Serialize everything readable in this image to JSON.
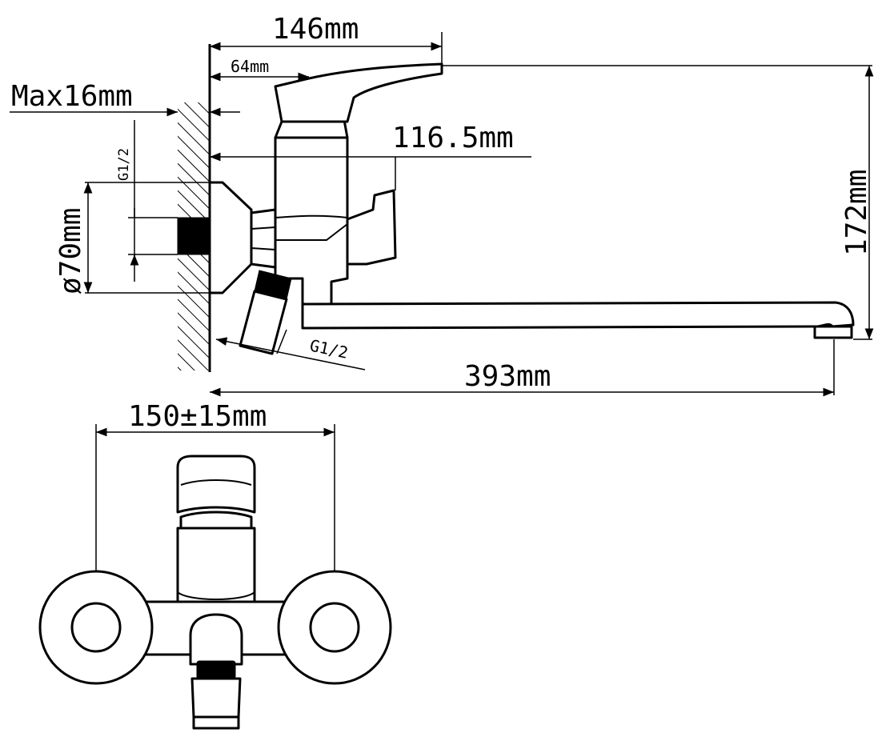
{
  "colors": {
    "ink": "#000000",
    "paper": "#ffffff"
  },
  "dimensions": {
    "total_width_top": "146mm",
    "handle_offset": "64mm",
    "wall_max": "Max16mm",
    "body_depth": "116.5mm",
    "inlet_top_thread": "G1/2",
    "flange_diameter": "ø70mm",
    "height": "172mm",
    "inlet_bottom_thread": "G1/2",
    "spout_reach": "393mm",
    "inlet_spacing": "150±15mm"
  }
}
